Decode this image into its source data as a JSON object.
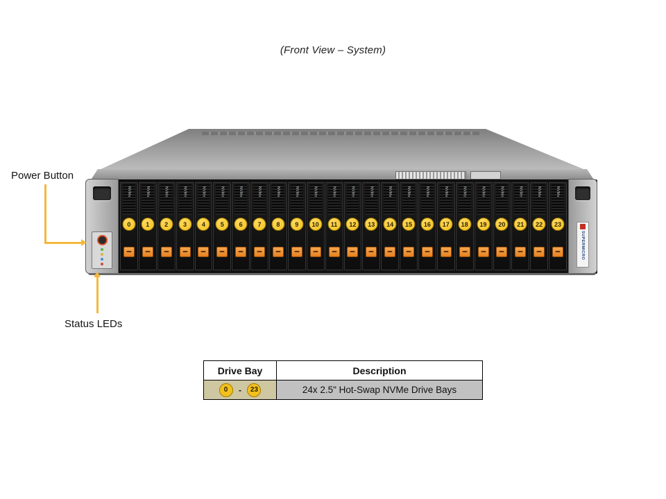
{
  "title": "(Front View – System)",
  "labels": {
    "power_button": "Power Button",
    "status_leds": "Status LEDs"
  },
  "server": {
    "bays": [
      0,
      1,
      2,
      3,
      4,
      5,
      6,
      7,
      8,
      9,
      10,
      11,
      12,
      13,
      14,
      15,
      16,
      17,
      18,
      19,
      20,
      21,
      22,
      23
    ],
    "tray_label": "NVMe",
    "brand": "SUPERMICRO"
  },
  "table": {
    "headers": [
      "Drive Bay",
      "Description"
    ],
    "row": {
      "start": "0",
      "separator": "-",
      "end": "23",
      "description": "24x 2.5\" Hot-Swap NVMe  Drive Bays"
    }
  },
  "colors": {
    "badge_yellow": "#f2c01d",
    "latch_orange": "#e8821f",
    "annotation_yellow": "#f5b83d"
  }
}
